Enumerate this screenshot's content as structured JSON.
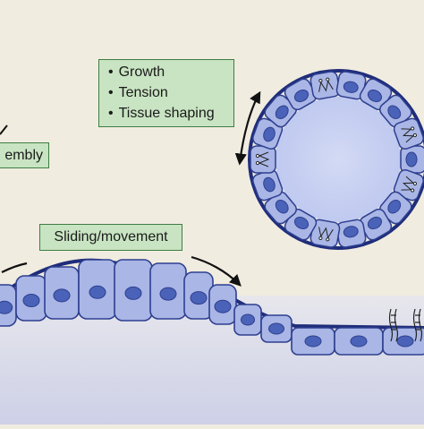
{
  "labels": {
    "growth_list": [
      "Growth",
      "Tension",
      "Tissue shaping"
    ],
    "assembly": "embly",
    "sliding": "Sliding/movement"
  },
  "colors": {
    "background": "#f1ece0",
    "cell_fill": "#a9b6e6",
    "cell_outline": "#2e3f8f",
    "nucleus": "#4a63b8",
    "basement_membrane": "#1f2d7a",
    "lumen": "#c6cff0",
    "label_box_fill": "#c9e4c2",
    "label_box_border": "#3d7d44",
    "arrow": "#111111"
  }
}
